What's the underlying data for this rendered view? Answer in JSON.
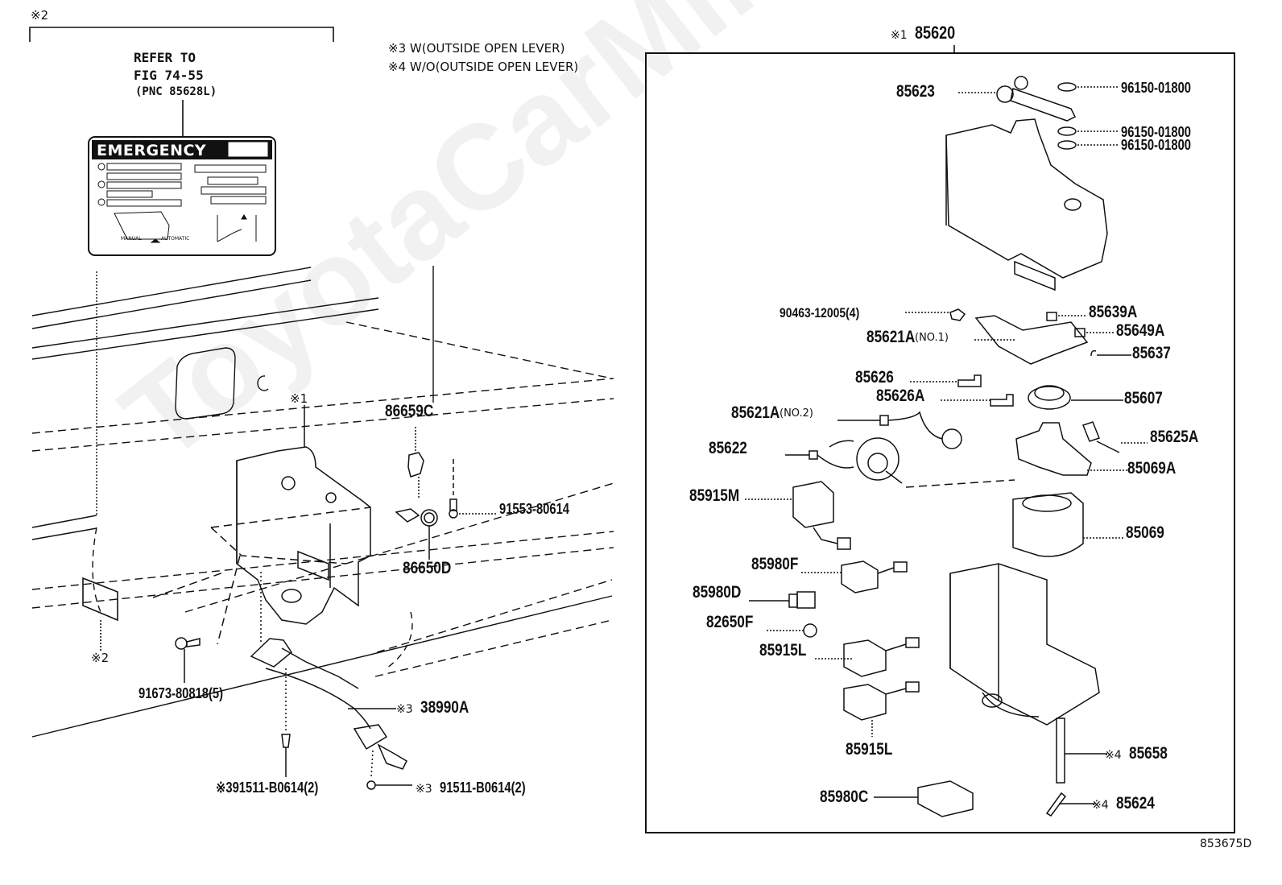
{
  "diagram": {
    "notes": {
      "ref2_marker": "※2",
      "refer_to_line1": "REFER TO",
      "refer_to_line2": "FIG 74-55",
      "refer_to_line3": "(PNC 85628L)",
      "note3": "※3 W(OUTSIDE OPEN LEVER)",
      "note4": "※4 W/O(OUTSIDE OPEN LEVER)",
      "assembly_marker": "※1",
      "assembly_pnc": "85620",
      "label_panel_title": "EMERGENCY",
      "label_panel_left": "MANUAL",
      "label_panel_right": "AUTOMATIC",
      "figure_id": "853675D",
      "watermark": "ToyotaCarMinerals"
    },
    "left_parts": {
      "marker_1": "※1",
      "marker_2": "※2",
      "p86659C": "86659C",
      "p91553": "91553-80614",
      "p86650D": "86650D",
      "p91673": "91673-80818(5)",
      "p38990A_marker": "※3",
      "p38990A": "38990A",
      "p91511_left": "※391511-B0614(2)",
      "p91511_right_marker": "※3",
      "p91511_right": "91511-B0614(2)"
    },
    "right_parts": {
      "p85623": "85623",
      "p96150_a": "96150-01800",
      "p96150_b": "96150-01800",
      "p96150_c": "96150-01800",
      "p90463": "90463-12005(4)",
      "p85639A": "85639A",
      "p85621A_1": "85621A",
      "p85621A_1_sub": "(NO.1)",
      "p85649A": "85649A",
      "p85637": "85637",
      "p85626": "85626",
      "p85626A": "85626A",
      "p85607": "85607",
      "p85621A_2": "85621A",
      "p85621A_2_sub": "(NO.2)",
      "p85625A": "85625A",
      "p85622": "85622",
      "p85069A": "85069A",
      "p85915M": "85915M",
      "p85069": "85069",
      "p85980F": "85980F",
      "p85980D": "85980D",
      "p82650F": "82650F",
      "p85915L_a": "85915L",
      "p85915L_b": "85915L",
      "p85658_marker": "※4",
      "p85658": "85658",
      "p85980C": "85980C",
      "p85624_marker": "※4",
      "p85624": "85624"
    }
  }
}
